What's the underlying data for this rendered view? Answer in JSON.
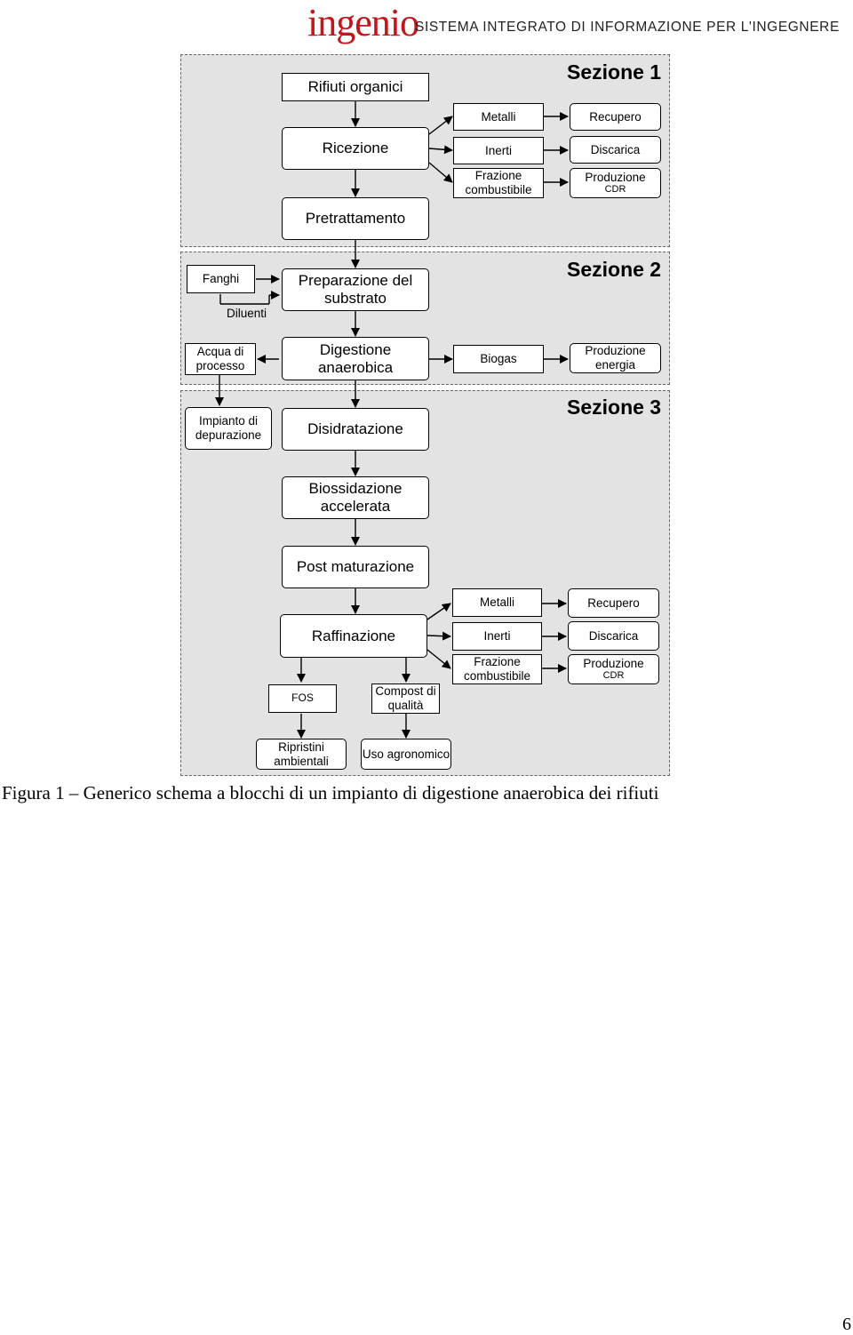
{
  "header": {
    "logo_text": "ingenio",
    "tagline": "SISTEMA INTEGRATO DI INFORMAZIONE PER L'INGEGNERE"
  },
  "sections": {
    "s1": "Sezione 1",
    "s2": "Sezione 2",
    "s3": "Sezione 3"
  },
  "nodes": {
    "rifiuti": "Rifiuti organici",
    "ricezione": "Ricezione",
    "pretrattamento": "Pretrattamento",
    "preparazione": "Preparazione del substrato",
    "digestione": "Digestione anaerobica",
    "disidratazione": "Disidratazione",
    "biossidazione": "Biossidazione accelerata",
    "post": "Post maturazione",
    "raffinazione": "Raffinazione",
    "fanghi": "Fanghi",
    "diluenti": "Diluenti",
    "acqua": "Acqua di processo",
    "impianto": "Impianto di depurazione",
    "biogas": "Biogas",
    "prod_energia": "Produzione energia",
    "fos": "FOS",
    "compost": "Compost di qualità",
    "ripristini": "Ripristini ambientali",
    "uso": "Uso agronomico"
  },
  "group1": {
    "metalli": "Metalli",
    "inerti": "Inerti",
    "frazione": "Frazione combustibile",
    "recupero": "Recupero",
    "discarica": "Discarica",
    "produzione": "Produzione",
    "cdr": "CDR"
  },
  "group2": {
    "metalli": "Metalli",
    "inerti": "Inerti",
    "frazione": "Frazione combustibile",
    "recupero": "Recupero",
    "discarica": "Discarica",
    "produzione": "Produzione",
    "cdr": "CDR"
  },
  "caption": "Figura 1 – Generico schema a blocchi di un impianto di digestione anaerobica dei rifiuti",
  "page_number": "6"
}
